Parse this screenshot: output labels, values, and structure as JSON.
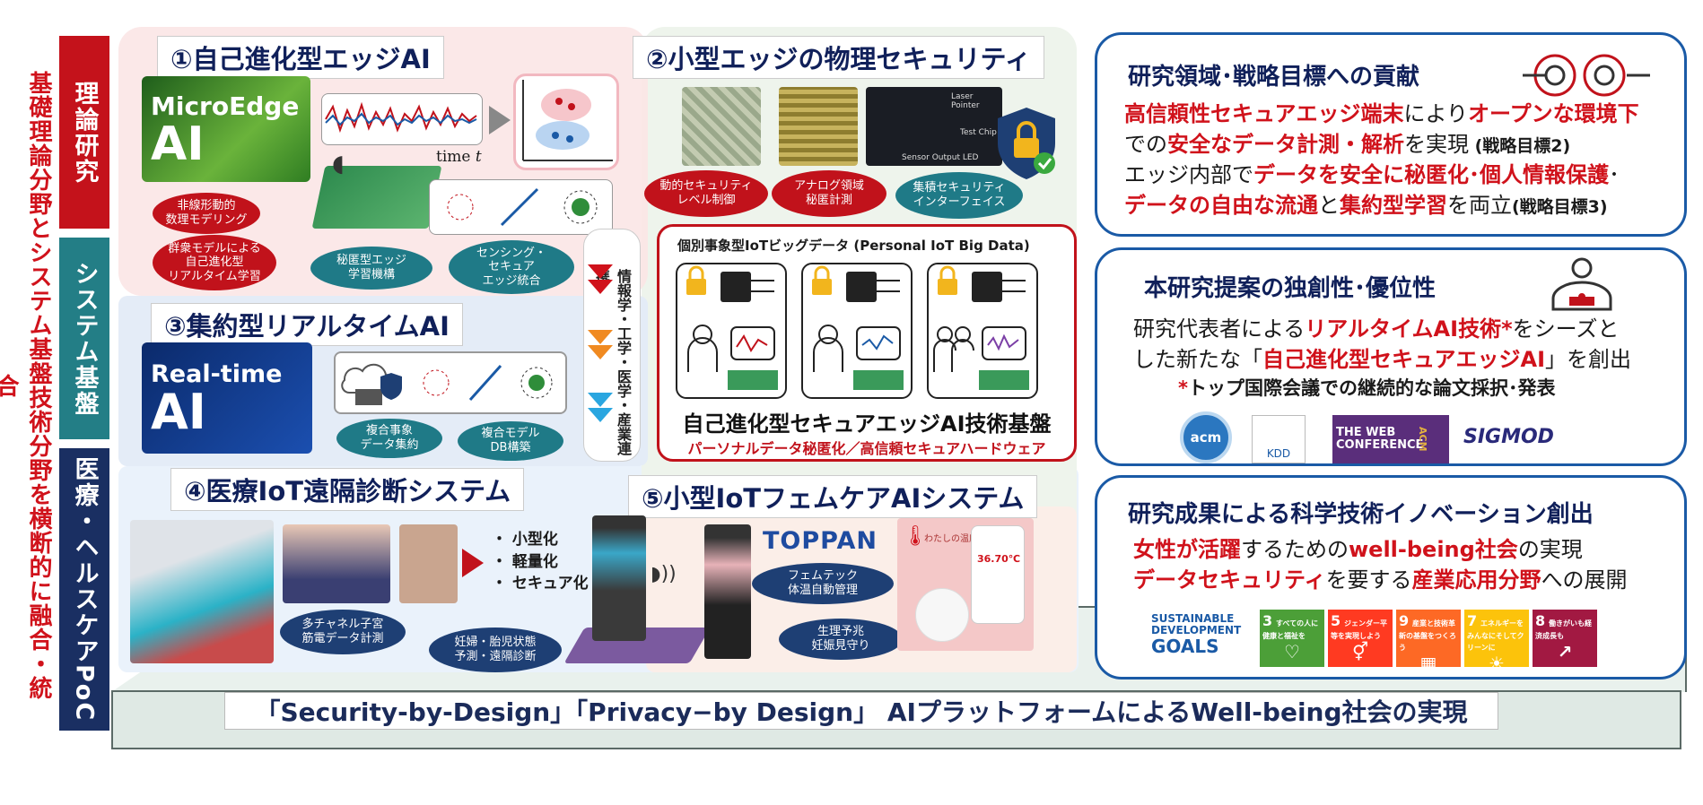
{
  "left": {
    "vertical_caption": "基礎理論分野とシステム基盤技術分野を横断的に融合・統合",
    "tabs": [
      "理論研究",
      "システム基盤",
      "医療・ヘルスケアPoC"
    ],
    "tab_colors": [
      "#c4121b",
      "#237e86",
      "#1a2f62"
    ]
  },
  "s1": {
    "title": "①自己進化型エッジAI",
    "logo_line1": "MicroEdge",
    "logo_line2": "AI",
    "time_label": "time",
    "time_var": "t",
    "ovals": [
      "非線形動的\n数理モデリング",
      "群衆モデルによる\n自己進化型\nリアルタイム学習",
      "秘匿型エッジ\n学習機構",
      "センシング・\nセキュア\nエッジ統合"
    ]
  },
  "s2": {
    "title": "②小型エッジの物理セキュリティ",
    "chip_labels": [
      "Laser Pointer",
      "Test Chip",
      "Sensor Output LED"
    ],
    "ovals": [
      "動的セキュリティ\nレベル制御",
      "アナログ領域\n秘匿計測",
      "集積セキュリティ\nインターフェイス"
    ]
  },
  "iot": {
    "title": "個別事象型IoTビッグデータ (Personal IoT Big Data)",
    "platform": "自己進化型セキュアエッジAI技術基盤",
    "sub": "パーソナルデータ秘匿化／高信頼セキュアハードウェア"
  },
  "band": "情報学・工学・医学・産業連携",
  "s3": {
    "title": "③集約型リアルタイムAI",
    "logo_line1": "Real-time",
    "logo_line2": "AI",
    "ovals": [
      "複合事象\nデータ集約",
      "複合モデル\nDB構築"
    ]
  },
  "s4": {
    "title": "④医療IoT遠隔診断システム",
    "bullets": "・ 小型化\n・ 軽量化\n・ セキュア化",
    "ovals": [
      "多チャネル子宮\n筋電データ計測",
      "妊婦・胎児状態\n予測・遠隔診断"
    ]
  },
  "s5": {
    "title": "⑤小型IoTフェムケアAIシステム",
    "brand": "TOPPAN",
    "app_text": "わたしの温度",
    "app_value": "36.70℃",
    "ovals": [
      "フェムテック\n体温自動管理",
      "生理予兆\n妊娠見守り"
    ]
  },
  "platform_caption": "「Security-by-Design」「Privacy−by Design」 AIプラットフォームによるWell-being社会の実現",
  "r1": {
    "title": "研究領域･戦略目標への貢献",
    "l1a": "高信頼性セキュアエッジ端末",
    "l1b": "により",
    "l1c": "オープンな環境下",
    "l2a": "での",
    "l2b": "安全なデータ計測・解析",
    "l2c": "を実現",
    "l2d": " (戦略目標2)",
    "l3a": "エッジ内部で",
    "l3b": "データを安全に秘匿化･個人情報保護",
    "l3c": "･",
    "l4a": "データの自由な流通",
    "l4b": "と",
    "l4c": "集約型学習",
    "l4d": "を両立",
    "l4e": "(戦略目標3)"
  },
  "r2": {
    "title": "本研究提案の独創性･優位性",
    "l1a": "研究代表者による",
    "l1b": "リアルタイムAI技術*",
    "l1c": "をシーズと",
    "l2a": "した新たな「",
    "l2b": "自己進化型セキュアエッジAI",
    "l2c": "」を創出",
    "l3a": "*",
    "l3b": "トップ国際会議での継続的な論文採択･発表",
    "logos": [
      "acm",
      "KDD",
      "THE WEB CONFERENCE",
      "ACM",
      "SIGMOD"
    ]
  },
  "r3": {
    "title": "研究成果による科学技術イノベーション創出",
    "l1a": "女性が活躍",
    "l1b": "するための",
    "l1c": "well-being社会",
    "l1d": "の実現",
    "l2a": "データセキュリティ",
    "l2b": "を要する",
    "l2c": "産業応用分野",
    "l2d": "への展開",
    "sdg_logo": [
      "SUSTAINABLE",
      "DEVELOPMENT",
      "GOALS"
    ],
    "sdgs": [
      {
        "num": "3",
        "label": "すべての人に健康と福祉を",
        "color": "#4c9f38"
      },
      {
        "num": "5",
        "label": "ジェンダー平等を実現しよう",
        "color": "#ff3a21"
      },
      {
        "num": "9",
        "label": "産業と技術革新の基盤をつくろう",
        "color": "#fd6925"
      },
      {
        "num": "7",
        "label": "エネルギーをみんなにそしてクリーンに",
        "color": "#fcc30b"
      },
      {
        "num": "8",
        "label": "働きがいも経済成長も",
        "color": "#a21942"
      }
    ]
  },
  "colors": {
    "accent_red": "#d0121b",
    "accent_blue": "#1a5aa6",
    "navy": "#10205a"
  }
}
